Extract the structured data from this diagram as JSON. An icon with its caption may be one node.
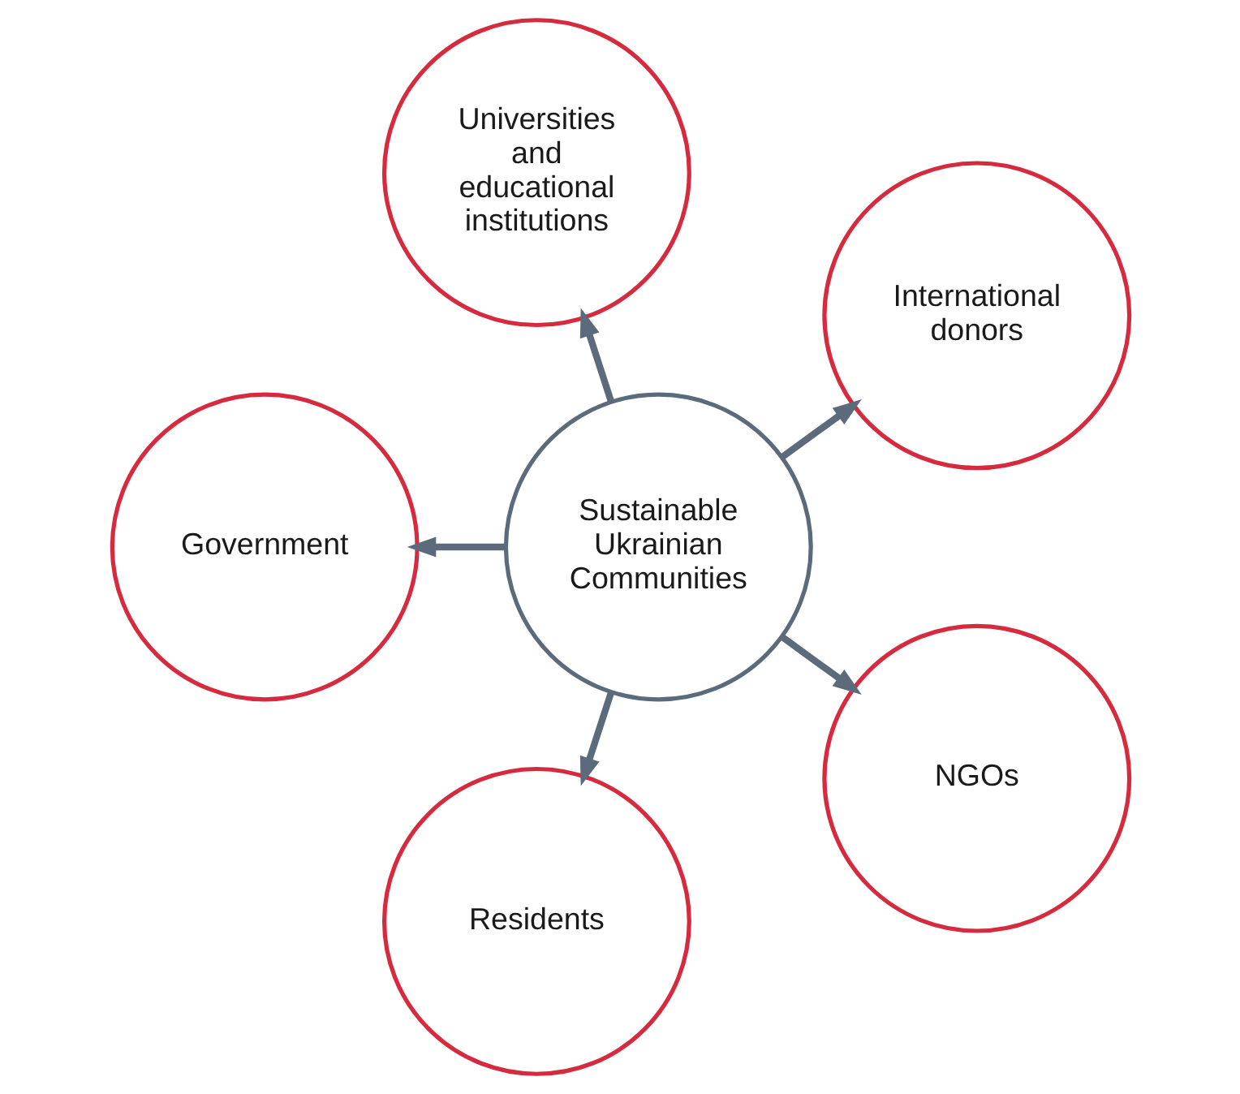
{
  "diagram": {
    "nodes": [
      {
        "text": [
          "Universities and educational institutions"
        ]
      },
      {
        "text": [
          "Government"
        ]
      },
      {
        "text": [
          "Sustainable Ukrainian Communities"
        ]
      },
      {
        "text": [
          "International donors"
        ]
      },
      {
        "text": [
          "Residents"
        ]
      },
      {
        "text": [
          "NGOs"
        ]
      }
    ],
    "edges": [
      {
        "from": 2,
        "to": 0,
        "arrow": "to"
      },
      {
        "from": 2,
        "to": 3,
        "arrow": "to"
      },
      {
        "from": 2,
        "to": 5,
        "arrow": "to"
      },
      {
        "from": 2,
        "to": 4,
        "arrow": "to"
      },
      {
        "from": 2,
        "to": 1,
        "arrow": "to"
      }
    ]
  }
}
